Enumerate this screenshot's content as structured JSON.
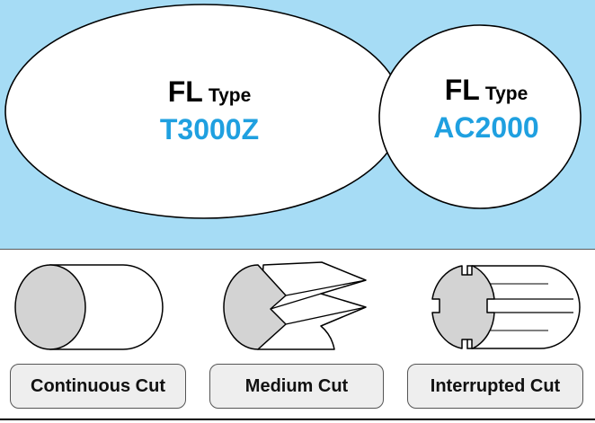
{
  "grades": [
    {
      "series": "FL",
      "type_label": "Type",
      "code": "T3000Z"
    },
    {
      "series": "FL",
      "type_label": "Type",
      "code": "AC2000"
    }
  ],
  "cuts": [
    {
      "label": "Continuous Cut",
      "icon": "solid-round-bar-icon"
    },
    {
      "label": "Medium Cut",
      "icon": "grooved-round-bar-icon"
    },
    {
      "label": "Interrupted Cut",
      "icon": "slotted-round-bar-icon"
    }
  ],
  "colors": {
    "top_background": "#a6dcf5",
    "grade_code": "#1fa0e0",
    "bar_end_face": "#d3d3d3",
    "label_box_fill": "#eeeeee"
  }
}
